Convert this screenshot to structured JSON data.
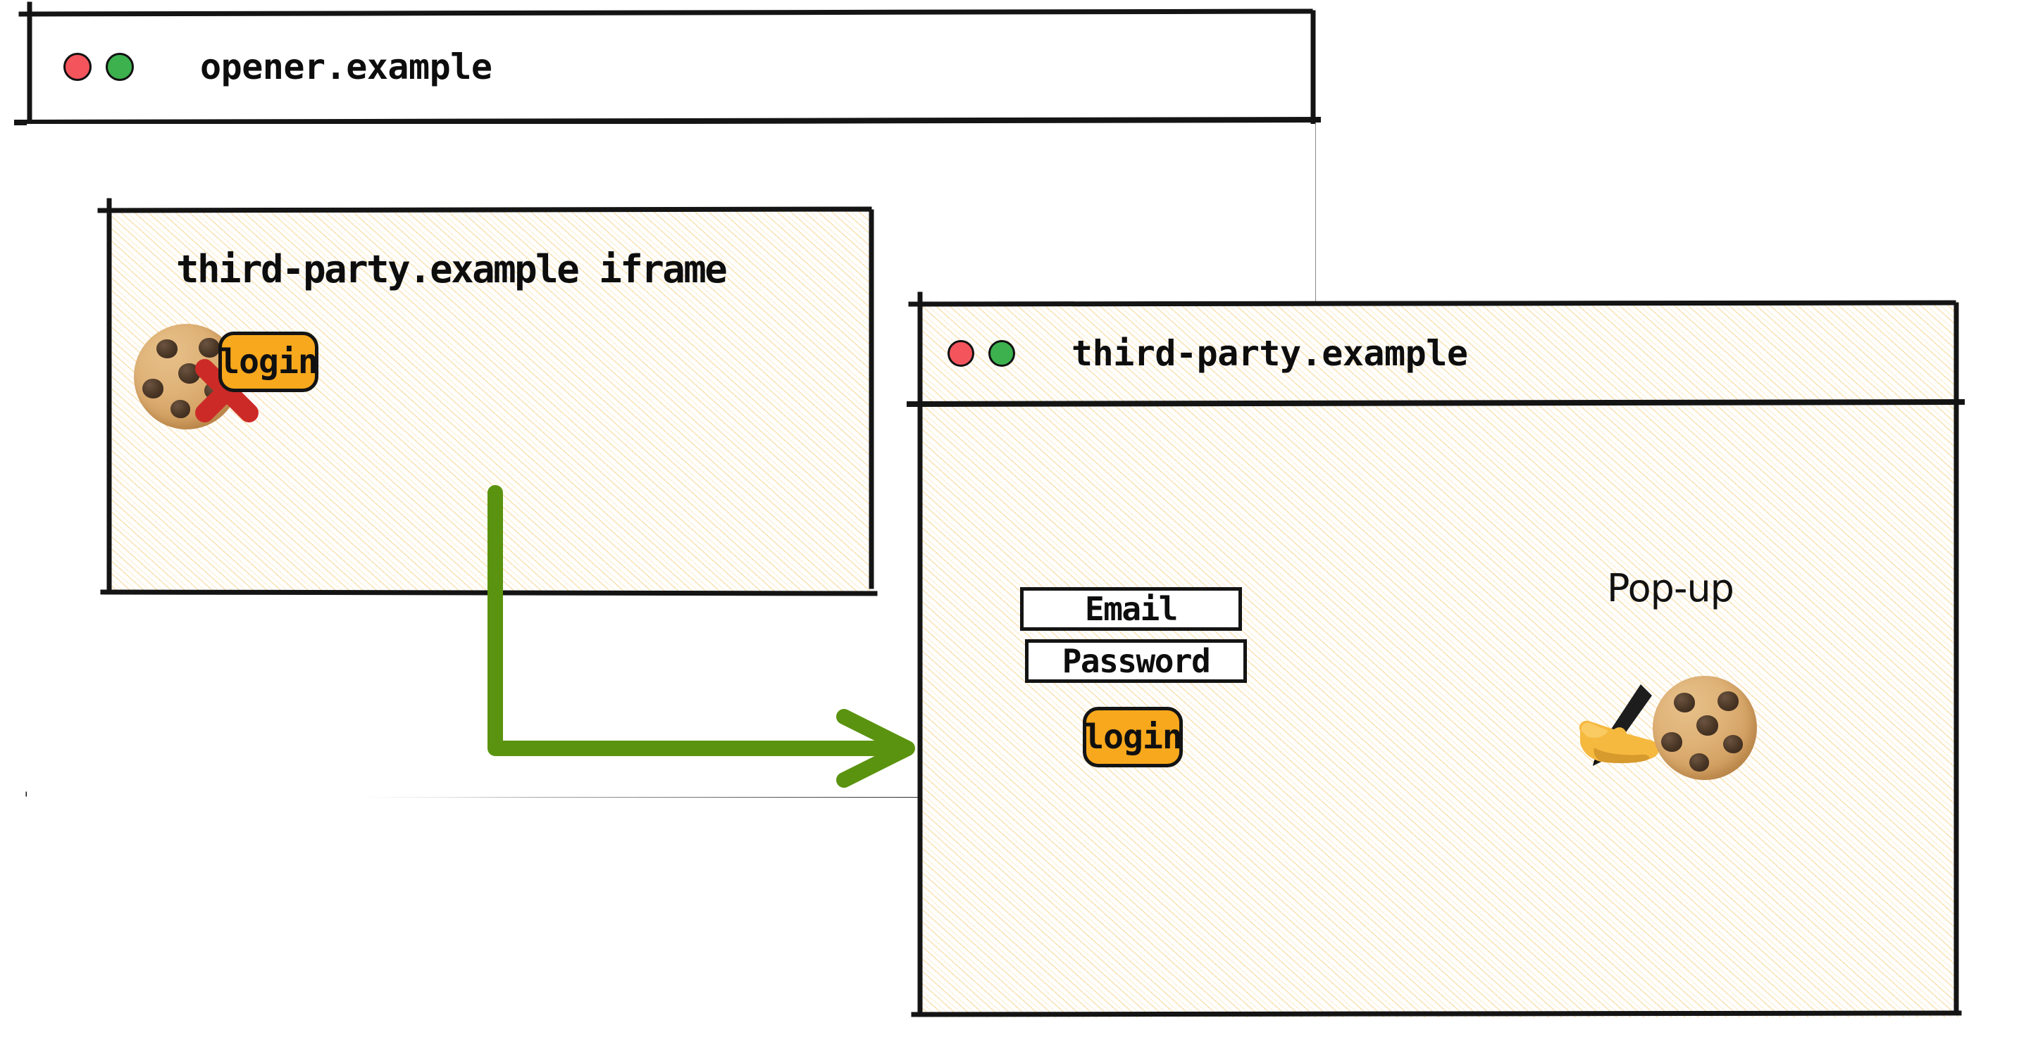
{
  "diagram": {
    "kind": "browser-window-popup-flow",
    "background": "#ffffff",
    "colors": {
      "hatch_line": "#f5cd7d",
      "button_orange": "#f8a81c",
      "arrow_green": "#5a930f",
      "x_red": "#cc2a27",
      "dot_red": "#f4545c",
      "dot_green": "#3cb14e",
      "stroke_black": "#141414"
    }
  },
  "opener_window": {
    "title": "opener.example",
    "traffic_lights": [
      "close-dot-red",
      "maximize-dot-green"
    ],
    "iframe": {
      "title": "third-party.example iframe",
      "cookie_icon": "cookie-icon",
      "blocked_icon": "red-x-icon",
      "login_button": "login"
    }
  },
  "popup_window": {
    "title": "third-party.example",
    "traffic_lights": [
      "close-dot-red",
      "maximize-dot-green"
    ],
    "annotation": "Pop-up",
    "form": {
      "email_field": "Email",
      "password_field": "Password",
      "login_button": "login"
    },
    "writing_hand_icon": "writing-hand-icon",
    "cookie_icon": "cookie-icon"
  },
  "arrow": {
    "from": "iframe-login-button",
    "to": "popup-window",
    "color": "#5a930f"
  }
}
